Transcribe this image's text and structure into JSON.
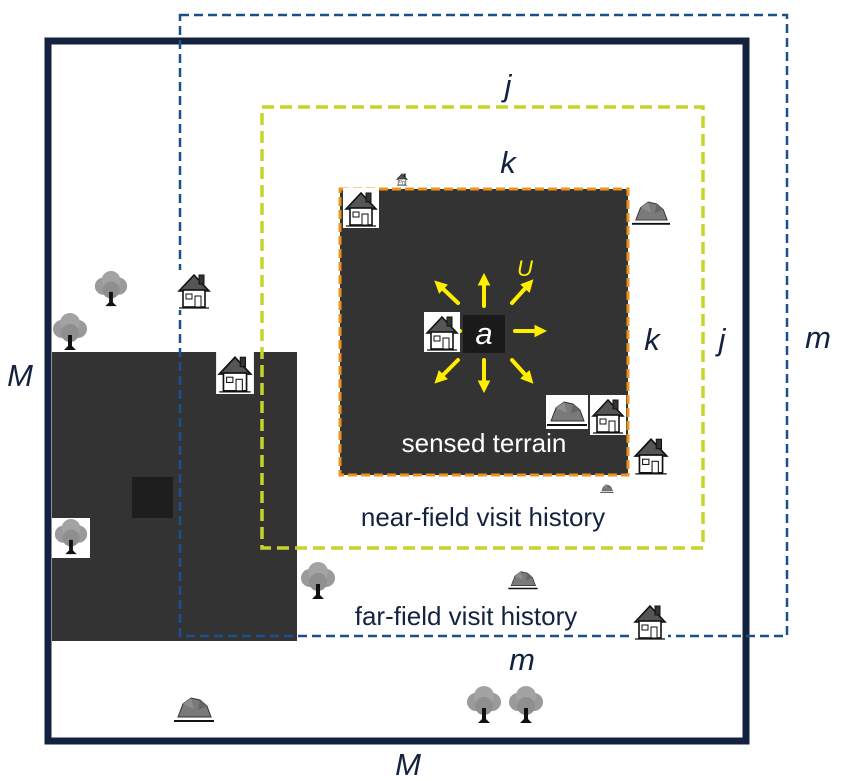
{
  "colors": {
    "background": "#ffffff",
    "outer_frame": "#13223f",
    "far_field_dash": "#1d4f8c",
    "near_field_dash": "#c5d42a",
    "sensed_dash": "#f0901e",
    "terrain": "#333333",
    "agent_cell": "#1a1a1a",
    "action_arrows": "#ffee00",
    "label_dark": "#13223f",
    "label_light": "#ffffff"
  },
  "labels": {
    "outer_size_left": "M",
    "outer_size_bottom": "M",
    "far_field_size_right": "m",
    "far_field_size_bottom": "m",
    "near_field_size_top": "j",
    "near_field_size_right": "j",
    "sensed_size_top": "k",
    "sensed_size_right": "k",
    "agent": "a",
    "action_set": "U",
    "sensed_region": "sensed terrain",
    "near_field_region": "near-field visit history",
    "far_field_region": "far-field visit history"
  },
  "icons": {
    "house": "house-icon",
    "tree": "tree-icon",
    "rock": "rock-icon"
  }
}
